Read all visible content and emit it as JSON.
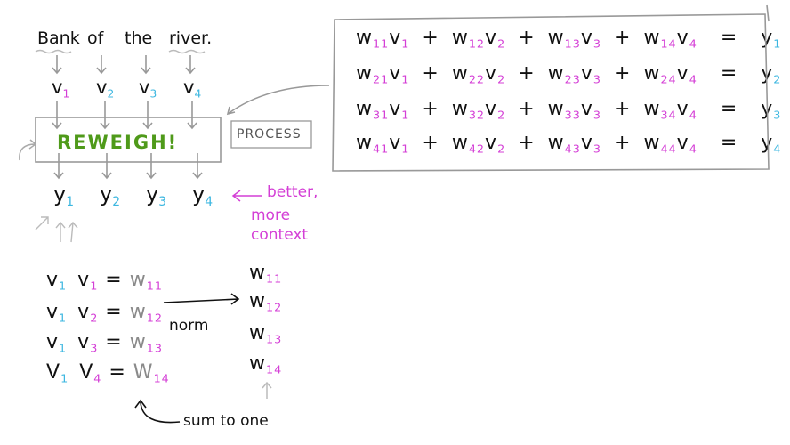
{
  "sentence": [
    "Bank",
    "of",
    "the",
    "river."
  ],
  "v_tokens": [
    {
      "main": "v",
      "sub": "1"
    },
    {
      "main": "v",
      "sub": "2"
    },
    {
      "main": "v",
      "sub": "3"
    },
    {
      "main": "v",
      "sub": "4"
    }
  ],
  "reweigh_label": "REWEIGH!",
  "process_label": "PROCESS",
  "y_tokens": [
    {
      "main": "y",
      "sub": "1"
    },
    {
      "main": "y",
      "sub": "2"
    },
    {
      "main": "y",
      "sub": "3"
    },
    {
      "main": "y",
      "sub": "4"
    }
  ],
  "annotation": {
    "line1": "better,",
    "line2": "more",
    "line3": "context"
  },
  "equations": [
    {
      "terms": [
        [
          "w",
          "11",
          "v",
          "1"
        ],
        [
          "w",
          "12",
          "v",
          "2"
        ],
        [
          "w",
          "13",
          "v",
          "3"
        ],
        [
          "w",
          "14",
          "v",
          "4"
        ]
      ],
      "result": [
        "y",
        "1"
      ]
    },
    {
      "terms": [
        [
          "w",
          "21",
          "v",
          "1"
        ],
        [
          "w",
          "22",
          "v",
          "2"
        ],
        [
          "w",
          "23",
          "v",
          "3"
        ],
        [
          "w",
          "24",
          "v",
          "4"
        ]
      ],
      "result": [
        "y",
        "2"
      ]
    },
    {
      "terms": [
        [
          "w",
          "31",
          "v",
          "1"
        ],
        [
          "w",
          "32",
          "v",
          "2"
        ],
        [
          "w",
          "33",
          "v",
          "3"
        ],
        [
          "w",
          "34",
          "v",
          "4"
        ]
      ],
      "result": [
        "y",
        "3"
      ]
    },
    {
      "terms": [
        [
          "w",
          "41",
          "v",
          "1"
        ],
        [
          "w",
          "42",
          "v",
          "2"
        ],
        [
          "w",
          "43",
          "v",
          "3"
        ],
        [
          "w",
          "44",
          "v",
          "4"
        ]
      ],
      "result": [
        "y",
        "4"
      ]
    }
  ],
  "dot_products": [
    {
      "a": [
        "v",
        "1"
      ],
      "b": [
        "v",
        "1"
      ],
      "w": [
        "w",
        "11"
      ]
    },
    {
      "a": [
        "v",
        "1"
      ],
      "b": [
        "v",
        "2"
      ],
      "w": [
        "w",
        "12"
      ]
    },
    {
      "a": [
        "v",
        "1"
      ],
      "b": [
        "v",
        "3"
      ],
      "w": [
        "w",
        "13"
      ]
    },
    {
      "a": [
        "V",
        "1"
      ],
      "b": [
        "V",
        "4"
      ],
      "w": [
        "W",
        "14"
      ]
    }
  ],
  "norm_label": "norm",
  "normalized": [
    [
      "w",
      "11"
    ],
    [
      "w",
      "12"
    ],
    [
      "w",
      "13"
    ],
    [
      "w",
      "14"
    ]
  ],
  "sum_label": "sum to one"
}
